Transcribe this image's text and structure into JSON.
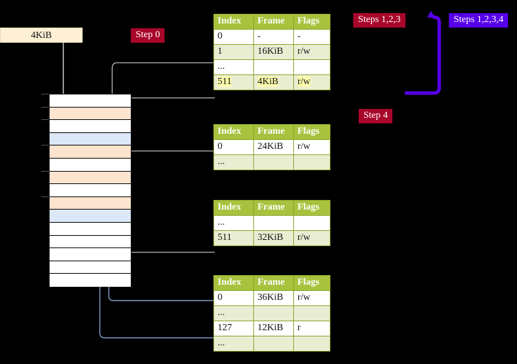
{
  "diagram": {
    "title_badges": {
      "step0": "Step 0",
      "steps123": "Steps 1,2,3",
      "steps1234": "Steps 1,2,3,4",
      "step4": "Step 4"
    },
    "size_box": {
      "label": "4KiB"
    },
    "colors": {
      "badge_red": "#a8062b",
      "badge_purple": "#5600e8",
      "table_header": "#a8c23e",
      "table_border": "#8aa52b",
      "row_even": "#e9eed3",
      "highlight": "#fdfcac",
      "mem_peach": "#fde4cf",
      "mem_blue": "#dce8f7",
      "sizebox_bg": "#fdf0d5",
      "connector_grey": "#bdbdbd",
      "connector_blue": "#7e9dc4"
    },
    "columns": [
      "Index",
      "Frame",
      "Flags"
    ],
    "tables": [
      {
        "name": "level4-table",
        "rows": [
          {
            "index": "0",
            "frame": "-",
            "flags": "-",
            "highlight": false
          },
          {
            "index": "1",
            "frame": "16KiB",
            "flags": "r/w",
            "highlight": false
          },
          {
            "index": "...",
            "frame": "",
            "flags": "",
            "highlight": false
          },
          {
            "index": "511",
            "frame": "4KiB",
            "flags": "r/w",
            "highlight": true
          }
        ]
      },
      {
        "name": "level3-table",
        "rows": [
          {
            "index": "0",
            "frame": "24KiB",
            "flags": "r/w",
            "highlight": false
          },
          {
            "index": "...",
            "frame": "",
            "flags": "",
            "highlight": false
          }
        ]
      },
      {
        "name": "level2-table",
        "rows": [
          {
            "index": "...",
            "frame": "",
            "flags": "",
            "highlight": false
          },
          {
            "index": "511",
            "frame": "32KiB",
            "flags": "r/w",
            "highlight": false
          }
        ]
      },
      {
        "name": "level1-table",
        "rows": [
          {
            "index": "0",
            "frame": "36KiB",
            "flags": "r/w",
            "highlight": false
          },
          {
            "index": "...",
            "frame": "",
            "flags": "",
            "highlight": false
          },
          {
            "index": "127",
            "frame": "12KiB",
            "flags": "r",
            "highlight": false
          },
          {
            "index": "...",
            "frame": "",
            "flags": "",
            "highlight": false
          }
        ]
      }
    ],
    "memory_column": {
      "name": "physical-memory-frames",
      "rows": [
        {
          "fill": "white",
          "tick": true
        },
        {
          "fill": "peach",
          "tick": true
        },
        {
          "fill": "white",
          "tick": true
        },
        {
          "fill": "blue",
          "tick": false
        },
        {
          "fill": "peach",
          "tick": true
        },
        {
          "fill": "white",
          "tick": false
        },
        {
          "fill": "peach",
          "tick": true
        },
        {
          "fill": "white",
          "tick": false
        },
        {
          "fill": "peach",
          "tick": true
        },
        {
          "fill": "blue",
          "tick": false
        },
        {
          "fill": "white",
          "tick": false
        },
        {
          "fill": "white",
          "tick": false
        },
        {
          "fill": "white",
          "tick": false
        },
        {
          "fill": "white",
          "tick": false
        },
        {
          "fill": "white",
          "tick": false
        }
      ]
    }
  }
}
